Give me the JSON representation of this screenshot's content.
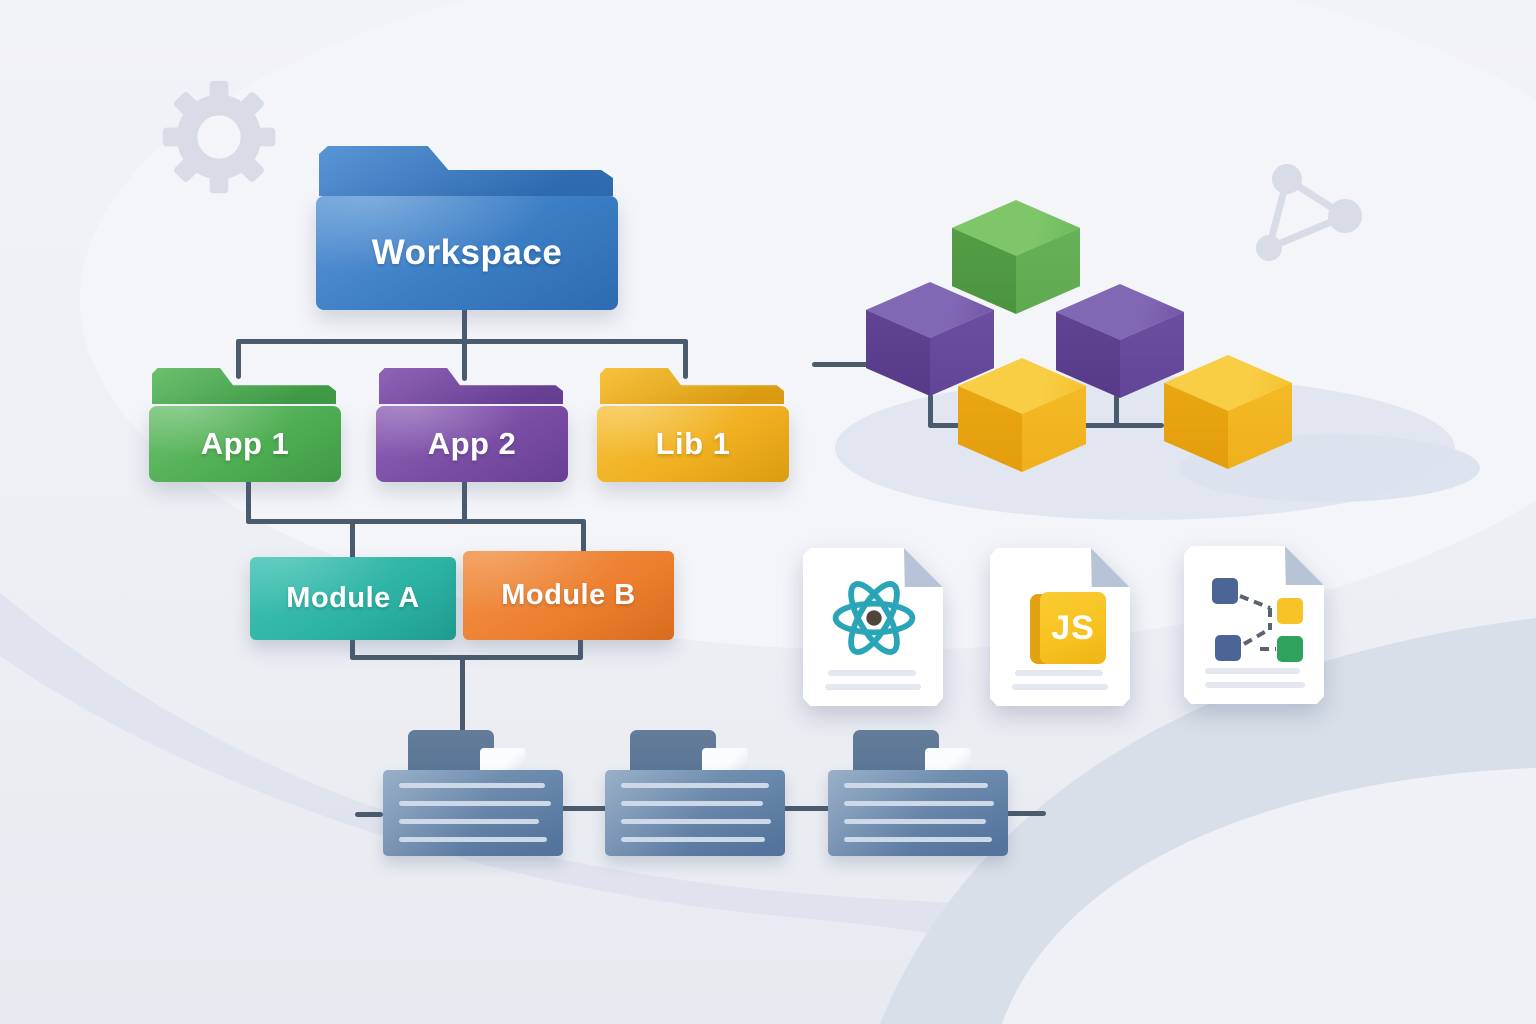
{
  "tree": {
    "workspace": {
      "label": "Workspace"
    },
    "folders": [
      {
        "label": "App 1"
      },
      {
        "label": "App 2"
      },
      {
        "label": "Lib 1"
      }
    ],
    "modules": [
      {
        "label": "Module A"
      },
      {
        "label": "Module B"
      }
    ]
  },
  "documents": [
    {
      "icon": "react-logo"
    },
    {
      "icon": "js-badge",
      "badge": "JS"
    },
    {
      "icon": "dependency-diagram"
    }
  ],
  "cubes": [
    {
      "color": "green"
    },
    {
      "color": "purple"
    },
    {
      "color": "purple"
    },
    {
      "color": "yellow"
    },
    {
      "color": "yellow"
    }
  ],
  "colors": {
    "bg-top": "#f2f3f8",
    "bg-mid": "#edeff4",
    "bg-bottom": "#e7eaf0",
    "blob": "#f4f5f9",
    "swoosh": "#dde2ec",
    "band-dark": "#d9dfe9",
    "corner-light": "#eff1f6",
    "watermark": "#d8dce6",
    "line": "#4b5b6e",
    "folder-blue": "#3a7dc4",
    "folder-blue-dark": "#2e6bb0",
    "folder-blue-light": "#5a95d6",
    "folder-green": "#4fae53",
    "folder-green-dark": "#3f9a46",
    "folder-green-light": "#6cc06e",
    "folder-purple": "#7a4da5",
    "folder-purple-dark": "#673f93",
    "folder-purple-light": "#8f63b8",
    "folder-yellow": "#f0b021",
    "folder-yellow-dark": "#db9c11",
    "folder-yellow-light": "#f7c33e",
    "module-teal": "#2cb2a3",
    "module-teal-dark": "#1f9c8f",
    "module-teal-light": "#43c4b5",
    "module-orange": "#ec7e2e",
    "module-orange-dark": "#d96b1e",
    "module-orange-light": "#f29349",
    "cube-green-top": "#7fc669",
    "cube-green-left": "#57a149",
    "cube-green-right": "#69b55a",
    "cube-purple-top": "#8168b5",
    "cube-purple-left": "#644797",
    "cube-purple-right": "#6f51a4",
    "cube-yellow-top": "#f8ce45",
    "cube-yellow-left": "#eda914",
    "cube-yellow-right": "#f5bd29",
    "cube-shadow": "#dce2ed",
    "doc-bg": "#ffffff",
    "doc-fold": "#b7c3d6",
    "doc-line": "#e4e7ed",
    "react-teal": "#2aa5b8",
    "react-core": "#51443b",
    "js-yellow": "#f7c21f",
    "js-spine": "#e2a112",
    "node-blue": "#4b6596",
    "node-yellow": "#f8c327",
    "node-green": "#2fa35e",
    "dash": "#596470",
    "card-tab": "#5b7694",
    "card-body-light": "#809cba",
    "card-body": "#54749d",
    "card-line": "#cdd9e7",
    "card-page": "#fbfcfe"
  }
}
